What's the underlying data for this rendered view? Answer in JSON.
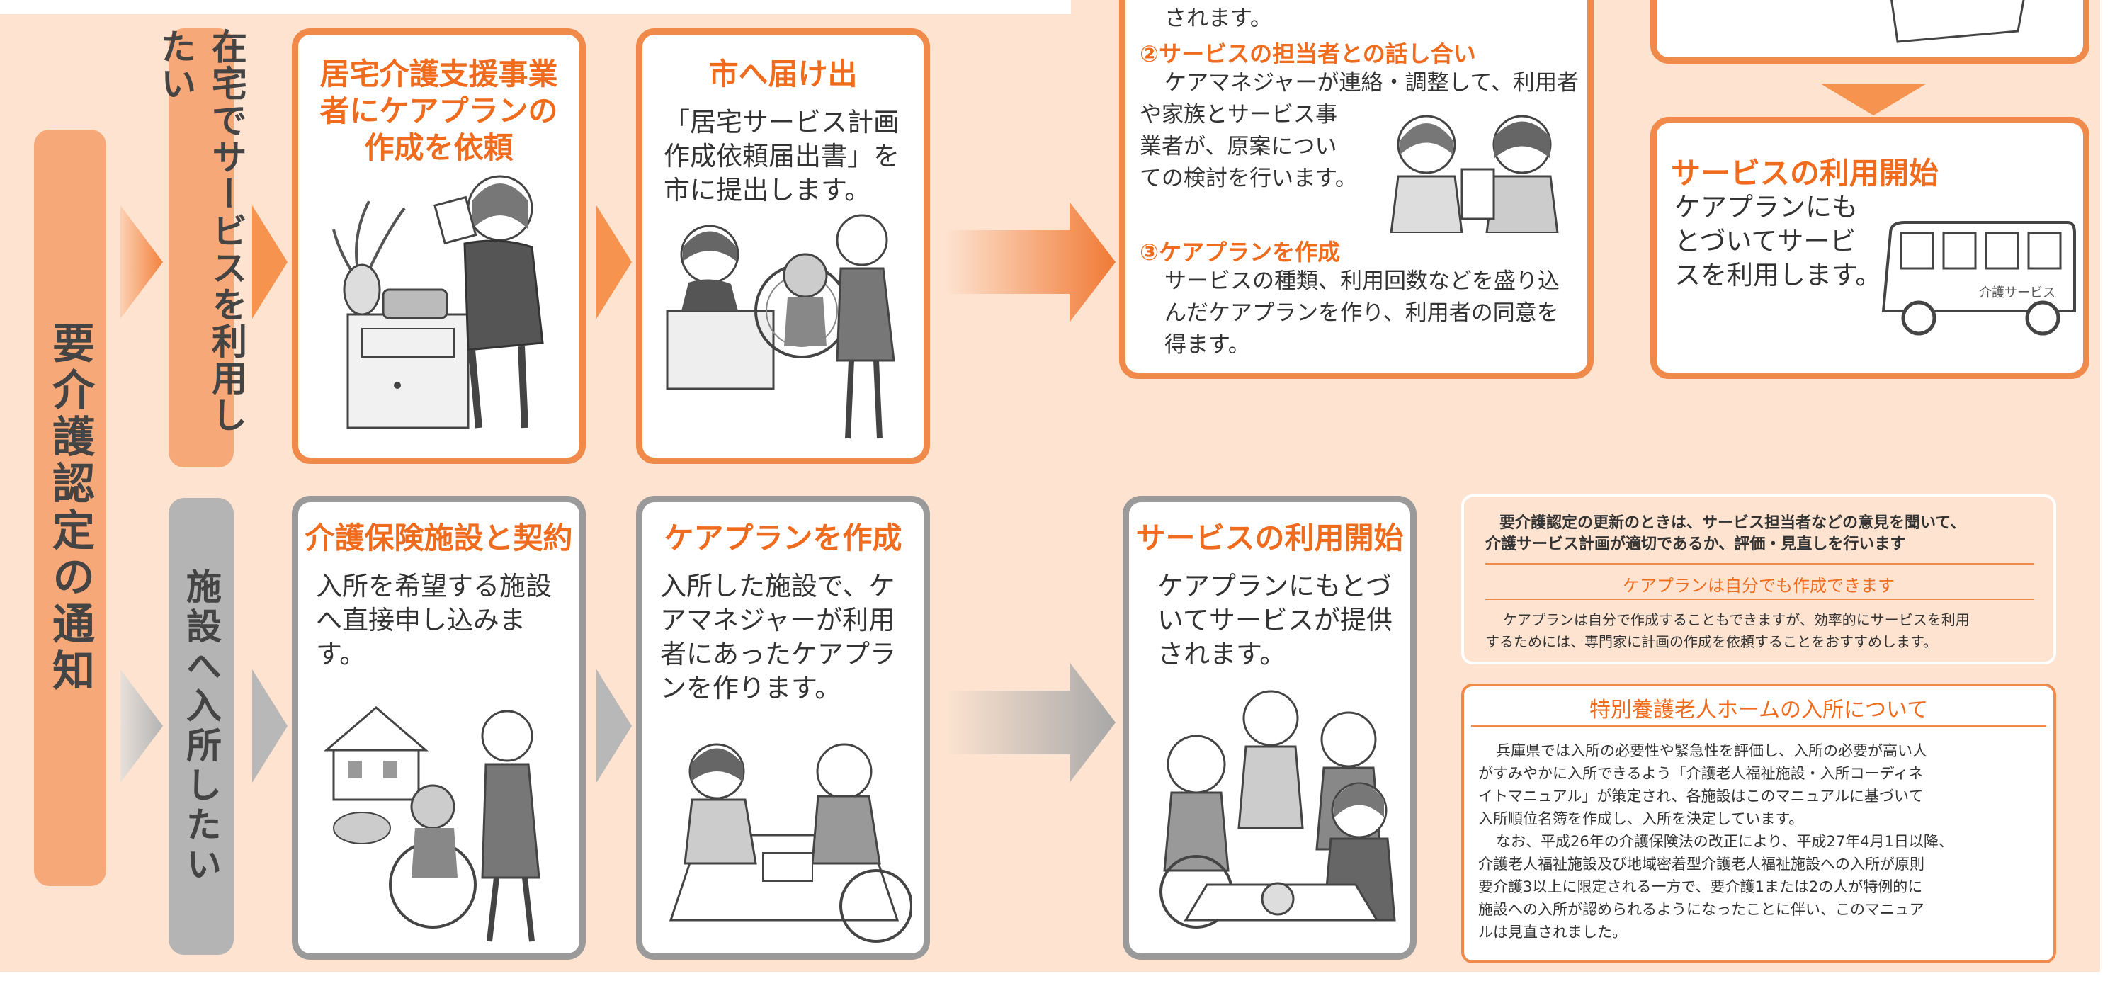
{
  "colors": {
    "orange": "#ef6c1e",
    "orange_border": "#f08a4b",
    "gray": "#9a9a9a",
    "background": "#fde3d0"
  },
  "left_bar": {
    "title": "要介護認定の通知"
  },
  "home_path": {
    "label": "在宅でサービスを利用したい",
    "step1": {
      "title": "居宅介護支援事業者にケアプランの作成を依頼"
    },
    "step2": {
      "title": "市へ届け出",
      "body": "「居宅サービス計画作成依頼届出書」を市に提出します。"
    },
    "process": {
      "top_partial": "されます。",
      "item2_title": "②サービスの担当者との話し合い",
      "item2_body_1": "ケアマネジャーが連絡・調整して、利用者",
      "item2_body_2": "や家族とサービス事",
      "item2_body_3": "業者が、原案につい",
      "item2_body_4": "ての検討を行います。",
      "item3_title": "③ケアプランを作成",
      "item3_body_1": "サービスの種類、利用回数などを盛り込",
      "item3_body_2": "んだケアプランを作り、利用者の同意を",
      "item3_body_3": "得ます。"
    },
    "start": {
      "title": "サービスの利用開始",
      "body_1": "ケアプランにも",
      "body_2": "とづいてサービ",
      "body_3": "スを利用します。",
      "bus_label": "介護サービス"
    }
  },
  "facility_path": {
    "label": "施設へ入所したい",
    "step1": {
      "title": "介護保険施設と契約",
      "body": "入所を希望する施設へ直接申し込みます。"
    },
    "step2": {
      "title": "ケアプランを作成",
      "body": "入所した施設で、ケアマネジャーが利用者にあったケアプランを作ります。"
    },
    "start": {
      "title": "サービスの利用開始",
      "body": "ケアプランにもとづいてサービスが提供されます。"
    }
  },
  "notes": {
    "renewal_1": "要介護認定の更新のときは、サービス担当者などの意見を聞いて、",
    "renewal_2": "介護サービス計画が適切であるか、評価・見直しを行います",
    "self_title": "ケアプランは自分でも作成できます",
    "self_body_1": "ケアプランは自分で作成することもできますが、効率的にサービスを利用",
    "self_body_2": "するためには、専門家に計画の作成を依頼することをおすすめします。"
  },
  "special": {
    "title": "特別養護老人ホームの入所について",
    "lines": [
      "兵庫県では入所の必要性や緊急性を評価し、入所の必要が高い人",
      "がすみやかに入所できるよう「介護老人福祉施設・入所コーディネ",
      "イトマニュアル」が策定され、各施設はこのマニュアルに基づいて",
      "入所順位名簿を作成し、入所を決定しています。",
      "なお、平成26年の介護保険法の改正により、平成27年4月1日以降、",
      "介護老人福祉施設及び地域密着型介護老人福祉施設への入所が原則",
      "要介護3以上に限定される一方で、要介護1または2の人が特例的に",
      "施設への入所が認められるようになったことに伴い、このマニュア",
      "ルは見直されました。"
    ]
  }
}
